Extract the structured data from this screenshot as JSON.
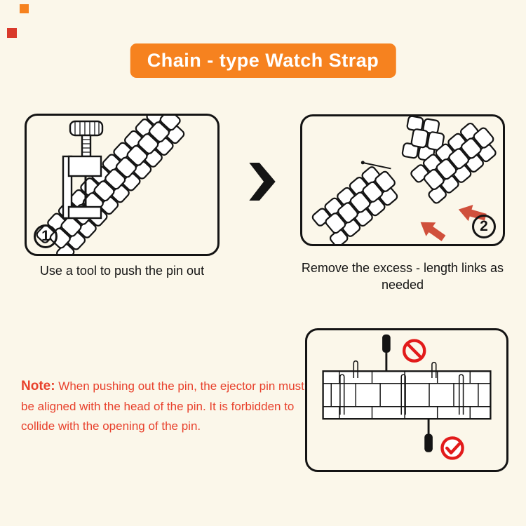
{
  "page": {
    "title": "Chain - type Watch Strap",
    "background": "#FBF7EA"
  },
  "colors": {
    "banner_orange": "#F6821F",
    "decor_red": "#D93A2B",
    "note_red": "#E8412C",
    "arrow_red": "#D0503C",
    "sign_red": "#E21B1B",
    "ink": "#141414"
  },
  "steps": [
    {
      "number": "1",
      "caption": "Use a tool to push the pin out"
    },
    {
      "number": "2",
      "caption": "Remove the excess - length links as needed"
    }
  ],
  "note": {
    "label": "Note:",
    "text": " When pushing out the pin, the ejector pin must be aligned with the head of the pin. It is forbidden to collide with the opening of the pin."
  },
  "icons": {
    "chevron": "next-step-chevron-icon",
    "prohibition": "no-collision-sign-icon",
    "check": "correct-alignment-check-icon",
    "arrows": "remove-links-arrow-icon"
  }
}
